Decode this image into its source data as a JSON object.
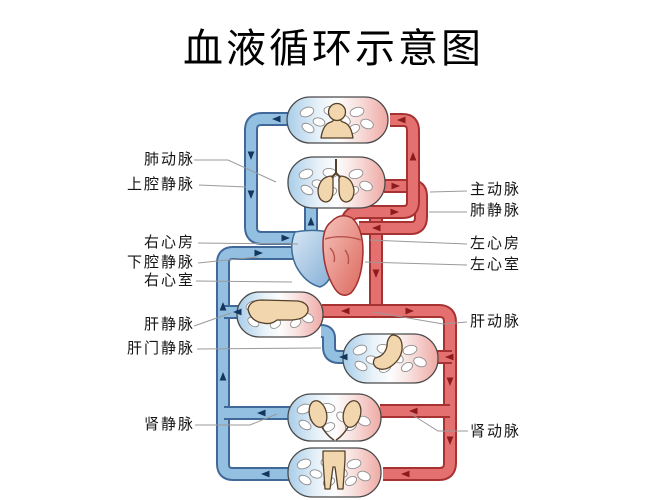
{
  "title": "血液循环示意图",
  "labels": {
    "left": [
      {
        "id": "pulmonary-artery",
        "text": "肺动脉"
      },
      {
        "id": "superior-vena-cava",
        "text": "上腔静脉"
      },
      {
        "id": "right-atrium",
        "text": "右心房"
      },
      {
        "id": "inferior-vena-cava",
        "text": "下腔静脉"
      },
      {
        "id": "right-ventricle",
        "text": "右心室"
      },
      {
        "id": "hepatic-vein",
        "text": "肝静脉"
      },
      {
        "id": "hepatic-portal-vein",
        "text": "肝门静脉"
      },
      {
        "id": "renal-vein",
        "text": "肾静脉"
      }
    ],
    "right": [
      {
        "id": "aorta",
        "text": "主动脉"
      },
      {
        "id": "pulmonary-vein",
        "text": "肺静脉"
      },
      {
        "id": "left-atrium",
        "text": "左心房"
      },
      {
        "id": "left-ventricle",
        "text": "左心室"
      },
      {
        "id": "hepatic-artery",
        "text": "肝动脉"
      },
      {
        "id": "renal-artery",
        "text": "肾动脉"
      }
    ]
  },
  "organ_icons": [
    "head-and-upper-limbs",
    "lungs",
    "heart",
    "liver",
    "stomach",
    "kidneys",
    "lower-limbs"
  ],
  "colors": {
    "vein_fill": "#93BFE0",
    "vein_outline": "#40699A",
    "artery_fill": "#E57070",
    "artery_outline": "#A63232",
    "vein_arrow": "#14365E",
    "artery_arrow": "#8C1C1C",
    "leader_line": "#9a9a9a",
    "organ_fill": "#F2D7AE",
    "background": "#ffffff"
  }
}
